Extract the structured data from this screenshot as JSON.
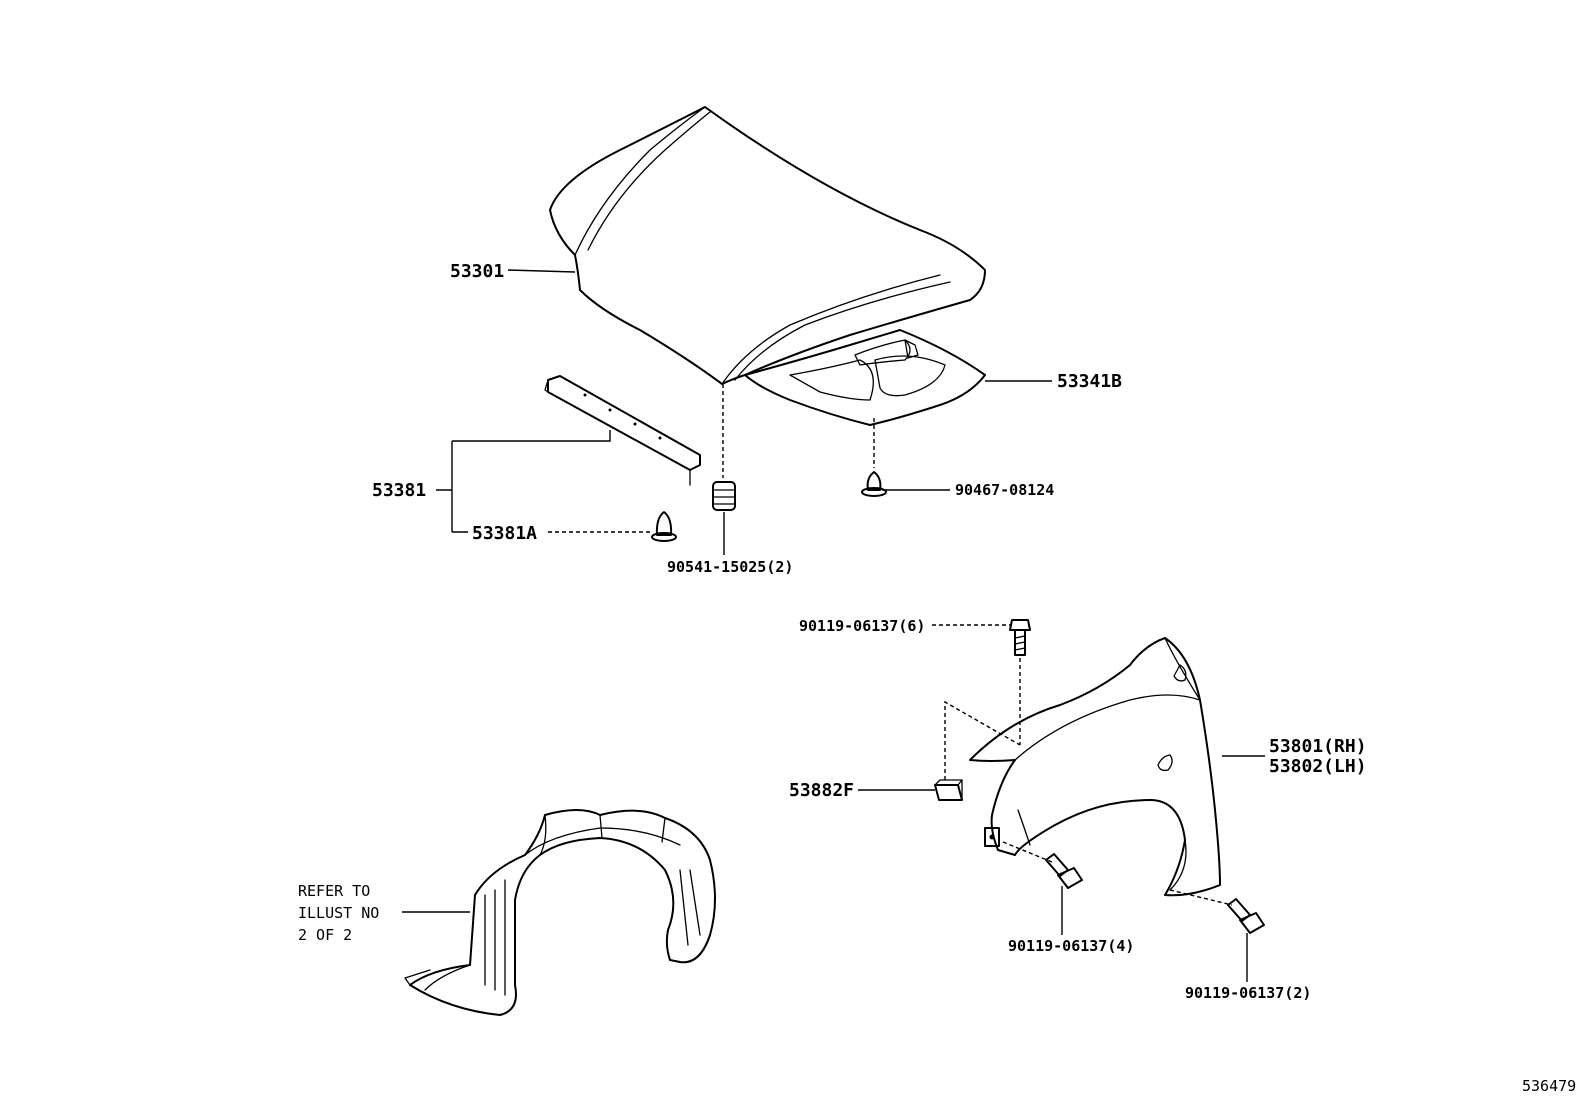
{
  "callouts": {
    "hood": "53301",
    "hood_insulator": "53341B",
    "hood_clip": "90467-08124",
    "seal": "53381",
    "seal_clip": "53381A",
    "hood_cushion": "90541-15025(2)",
    "fender_bolt_top": "90119-06137(6)",
    "fender_rh": "53801(RH)",
    "fender_lh": "53802(LH)",
    "fender_nut": "53882F",
    "fender_bolt_mid": "90119-06137(4)",
    "fender_bolt_bottom": "90119-06137(2)"
  },
  "liner_reference": {
    "line1": "REFER TO",
    "line2": "ILLUST NO",
    "line3": "2 OF 2"
  },
  "illustration_number": "536479"
}
